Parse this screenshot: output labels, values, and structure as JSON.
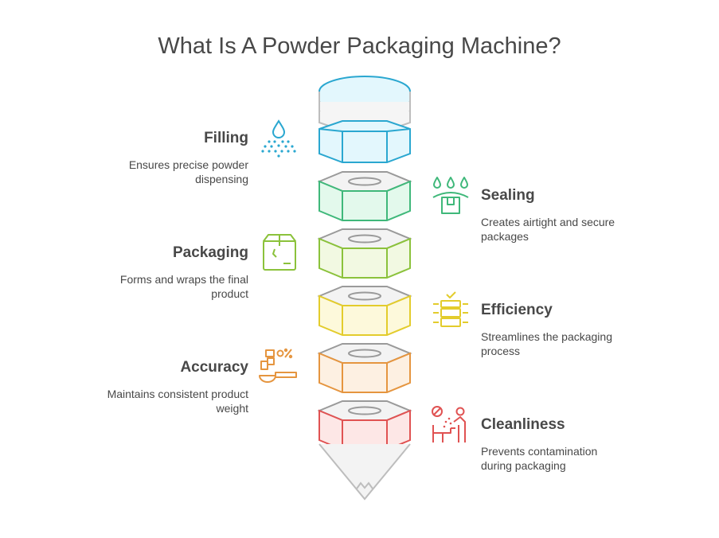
{
  "title": "What Is A Powder Packaging Machine?",
  "colors": {
    "filling": "#2aa7d0",
    "sealing": "#3fb87a",
    "packaging": "#8bc23b",
    "efficiency": "#e3cc2c",
    "accuracy": "#e5953f",
    "cleanliness": "#e05252"
  },
  "steps": [
    {
      "side": "left",
      "label": "Filling",
      "desc": [
        "Ensures precise powder",
        "dispensing"
      ],
      "icon": "water-drop-icon"
    },
    {
      "side": "right",
      "label": "Sealing",
      "desc": [
        "Creates airtight and secure",
        "packages"
      ],
      "icon": "sealed-box-icon"
    },
    {
      "side": "left",
      "label": "Packaging",
      "desc": [
        "Forms and wraps the final",
        "product"
      ],
      "icon": "package-box-icon"
    },
    {
      "side": "right",
      "label": "Efficiency",
      "desc": [
        "Streamlines the packaging",
        "process"
      ],
      "icon": "stacked-trays-icon"
    },
    {
      "side": "left",
      "label": "Accuracy",
      "desc": [
        "Maintains consistent product",
        "weight"
      ],
      "icon": "measuring-scoop-icon"
    },
    {
      "side": "right",
      "label": "Cleanliness",
      "desc": [
        "Prevents contamination",
        "during packaging"
      ],
      "icon": "clean-worker-icon"
    }
  ]
}
